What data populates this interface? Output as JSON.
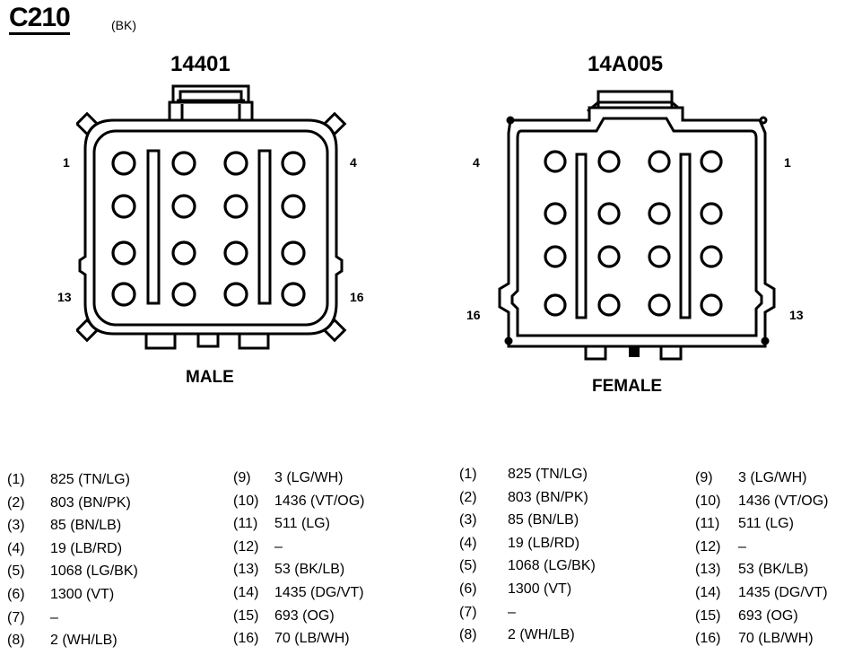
{
  "header": {
    "title": "C210",
    "color_code": "(BK)"
  },
  "male": {
    "part_number": "14401",
    "label": "MALE",
    "corner_labels": {
      "top_left": "1",
      "top_right": "4",
      "bottom_left": "13",
      "bottom_right": "16"
    }
  },
  "female": {
    "part_number": "14A005",
    "label": "FEMALE",
    "corner_labels": {
      "top_left": "4",
      "top_right": "1",
      "bottom_left": "16",
      "bottom_right": "13"
    }
  },
  "male_pins_left": [
    {
      "num": "(1)",
      "circuit": "825 (TN/LG)"
    },
    {
      "num": "(2)",
      "circuit": "803 (BN/PK)"
    },
    {
      "num": "(3)",
      "circuit": "85 (BN/LB)"
    },
    {
      "num": "(4)",
      "circuit": "19 (LB/RD)"
    },
    {
      "num": "(5)",
      "circuit": "1068 (LG/BK)"
    },
    {
      "num": "(6)",
      "circuit": "1300 (VT)"
    },
    {
      "num": "(7)",
      "circuit": "–"
    },
    {
      "num": "(8)",
      "circuit": "2 (WH/LB)"
    }
  ],
  "male_pins_right": [
    {
      "num": "(9)",
      "circuit": "3 (LG/WH)"
    },
    {
      "num": "(10)",
      "circuit": "1436 (VT/OG)"
    },
    {
      "num": "(11)",
      "circuit": "511 (LG)"
    },
    {
      "num": "(12)",
      "circuit": "–"
    },
    {
      "num": "(13)",
      "circuit": "53 (BK/LB)"
    },
    {
      "num": "(14)",
      "circuit": "1435 (DG/VT)"
    },
    {
      "num": "(15)",
      "circuit": "693 (OG)"
    },
    {
      "num": "(16)",
      "circuit": "70 (LB/WH)"
    }
  ],
  "female_pins_left": [
    {
      "num": "(1)",
      "circuit": "825 (TN/LG)"
    },
    {
      "num": "(2)",
      "circuit": "803 (BN/PK)"
    },
    {
      "num": "(3)",
      "circuit": "85 (BN/LB)"
    },
    {
      "num": "(4)",
      "circuit": "19 (LB/RD)"
    },
    {
      "num": "(5)",
      "circuit": "1068 (LG/BK)"
    },
    {
      "num": "(6)",
      "circuit": "1300 (VT)"
    },
    {
      "num": "(7)",
      "circuit": "–"
    },
    {
      "num": "(8)",
      "circuit": "2 (WH/LB)"
    }
  ],
  "female_pins_right": [
    {
      "num": "(9)",
      "circuit": "3 (LG/WH)"
    },
    {
      "num": "(10)",
      "circuit": "1436 (VT/OG)"
    },
    {
      "num": "(11)",
      "circuit": "511 (LG)"
    },
    {
      "num": "(12)",
      "circuit": "–"
    },
    {
      "num": "(13)",
      "circuit": "53 (BK/LB)"
    },
    {
      "num": "(14)",
      "circuit": "1435 (DG/VT)"
    },
    {
      "num": "(15)",
      "circuit": "693 (OG)"
    },
    {
      "num": "(16)",
      "circuit": "70 (LB/WH)"
    }
  ]
}
